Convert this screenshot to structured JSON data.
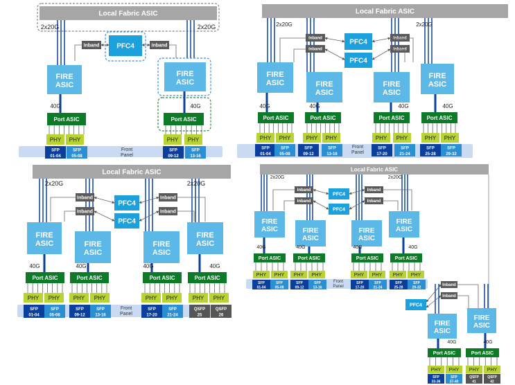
{
  "colors": {
    "fabric": "#a6a6a6",
    "fire": "#5cb8e6",
    "pfc": "#1da1dd",
    "port_asic": "#0d7a28",
    "phy": "#b7d433",
    "sfp_dark": "#0a3f9c",
    "sfp_light": "#2b8fd4",
    "qsfp": "#555555",
    "inband": "#595959",
    "front_panel": "#c9daf2",
    "bus": "#1a4fa0",
    "highlight": "#3a8fd6",
    "highlight_green": "#2a8a3a"
  },
  "labels": {
    "fabric": "Local Fabric ASIC",
    "bw_2x20g": "2x20G",
    "bw_40g": "40G",
    "inband": "Inband",
    "pfc": "PFC4",
    "fire_1": "FIRE",
    "fire_2": "ASIC",
    "port_asic": "Port ASIC",
    "phy": "PHY",
    "front_1": "Front",
    "front_2": "Panel"
  },
  "panels": {
    "tl": {
      "ports": [
        {
          "t": "SFP",
          "r": "01-04",
          "k": "dark"
        },
        {
          "t": "SFP",
          "r": "05-08",
          "k": "light"
        },
        {
          "t": "SFP",
          "r": "09-12",
          "k": "dark"
        },
        {
          "t": "SFP",
          "r": "13-16",
          "k": "light"
        }
      ]
    },
    "tr": {
      "ports": [
        {
          "t": "SFP",
          "r": "01-04",
          "k": "dark"
        },
        {
          "t": "SFP",
          "r": "05-08",
          "k": "light"
        },
        {
          "t": "SFP",
          "r": "09-12",
          "k": "dark"
        },
        {
          "t": "SFP",
          "r": "13-16",
          "k": "light"
        },
        {
          "t": "SFP",
          "r": "17-20",
          "k": "dark"
        },
        {
          "t": "SFP",
          "r": "21-24",
          "k": "light"
        },
        {
          "t": "SFP",
          "r": "25-28",
          "k": "dark"
        },
        {
          "t": "SFP",
          "r": "29-32",
          "k": "light"
        }
      ]
    },
    "bl": {
      "ports": [
        {
          "t": "SFP",
          "r": "01-04",
          "k": "dark"
        },
        {
          "t": "SFP",
          "r": "05-08",
          "k": "light"
        },
        {
          "t": "SFP",
          "r": "09-12",
          "k": "dark"
        },
        {
          "t": "SFP",
          "r": "13-16",
          "k": "light"
        },
        {
          "t": "SFP",
          "r": "17-20",
          "k": "dark"
        },
        {
          "t": "SFP",
          "r": "21-24",
          "k": "light"
        },
        {
          "t": "QSFP",
          "r": "25",
          "k": "qsfp"
        },
        {
          "t": "QSFP",
          "r": "26",
          "k": "qsfp"
        }
      ]
    },
    "br": {
      "ports": [
        {
          "t": "SFP",
          "r": "01-04",
          "k": "dark"
        },
        {
          "t": "SFP",
          "r": "05-08",
          "k": "light"
        },
        {
          "t": "SFP",
          "r": "09-12",
          "k": "dark"
        },
        {
          "t": "SFP",
          "r": "13-16",
          "k": "light"
        },
        {
          "t": "SFP",
          "r": "17-20",
          "k": "dark"
        },
        {
          "t": "SFP",
          "r": "21-24",
          "k": "light"
        },
        {
          "t": "SFP",
          "r": "25-28",
          "k": "dark"
        },
        {
          "t": "SFP",
          "r": "29-32",
          "k": "light"
        }
      ],
      "extra_ports": [
        {
          "t": "SFP",
          "r": "33-36",
          "k": "dark"
        },
        {
          "t": "SFP",
          "r": "37-40",
          "k": "light"
        },
        {
          "t": "QSFP",
          "r": "41",
          "k": "qsfp"
        },
        {
          "t": "QSFP",
          "r": "42",
          "k": "qsfp"
        }
      ]
    }
  }
}
